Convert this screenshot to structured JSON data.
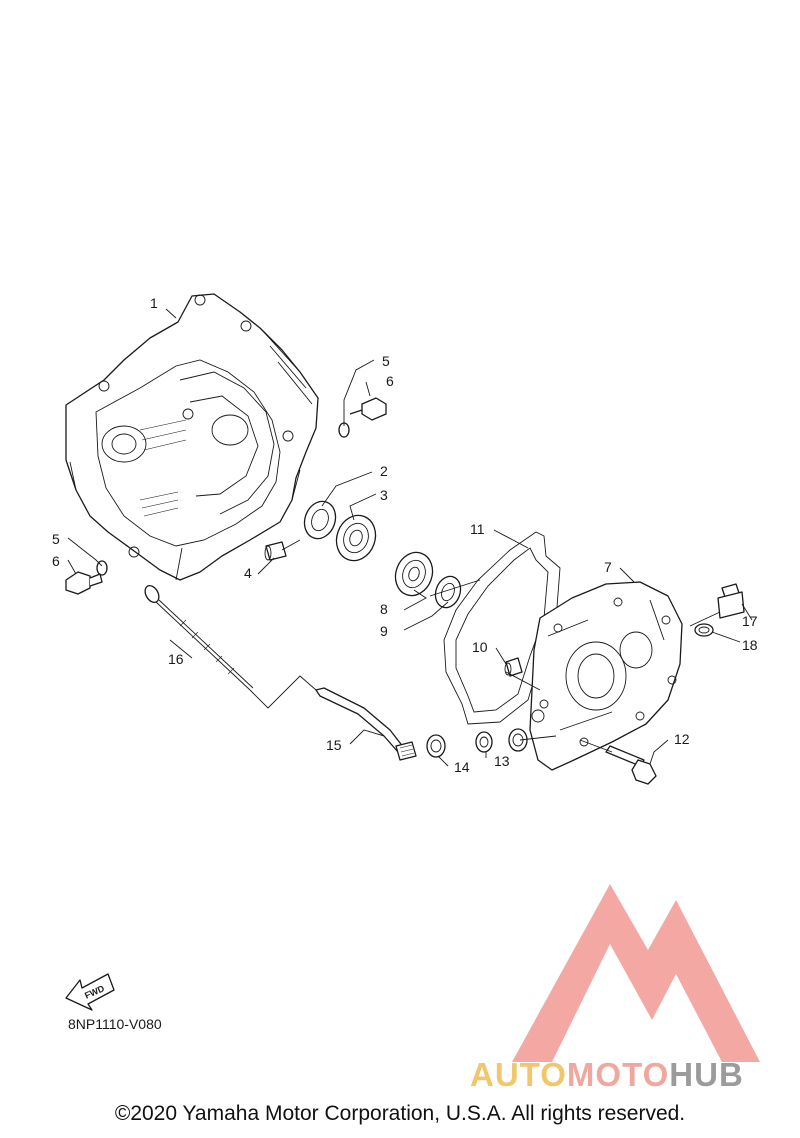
{
  "diagram": {
    "drawing_code": "8NP1110-V080",
    "fwd_label": "FWD",
    "copyright": "©2020 Yamaha Motor Corporation, U.S.A. All rights reserved.",
    "callouts": [
      {
        "id": "c1",
        "text": "1"
      },
      {
        "id": "c2",
        "text": "2"
      },
      {
        "id": "c3",
        "text": "3"
      },
      {
        "id": "c4",
        "text": "4"
      },
      {
        "id": "c5a",
        "text": "5"
      },
      {
        "id": "c5b",
        "text": "5"
      },
      {
        "id": "c6a",
        "text": "6"
      },
      {
        "id": "c6b",
        "text": "6"
      },
      {
        "id": "c7",
        "text": "7"
      },
      {
        "id": "c8",
        "text": "8"
      },
      {
        "id": "c9",
        "text": "9"
      },
      {
        "id": "c10",
        "text": "10"
      },
      {
        "id": "c11",
        "text": "11"
      },
      {
        "id": "c12",
        "text": "12"
      },
      {
        "id": "c13",
        "text": "13"
      },
      {
        "id": "c14",
        "text": "14"
      },
      {
        "id": "c15",
        "text": "15"
      },
      {
        "id": "c16",
        "text": "16"
      },
      {
        "id": "c17",
        "text": "17"
      },
      {
        "id": "c18",
        "text": "18"
      }
    ]
  },
  "watermark": {
    "part1": "AUTO",
    "part2": "MOTO",
    "part3": "HUB",
    "colors": {
      "auto": "#f2c76b",
      "moto": "#f0a7a0",
      "hub": "#9b9b9b",
      "logo": "#f19a94"
    }
  }
}
